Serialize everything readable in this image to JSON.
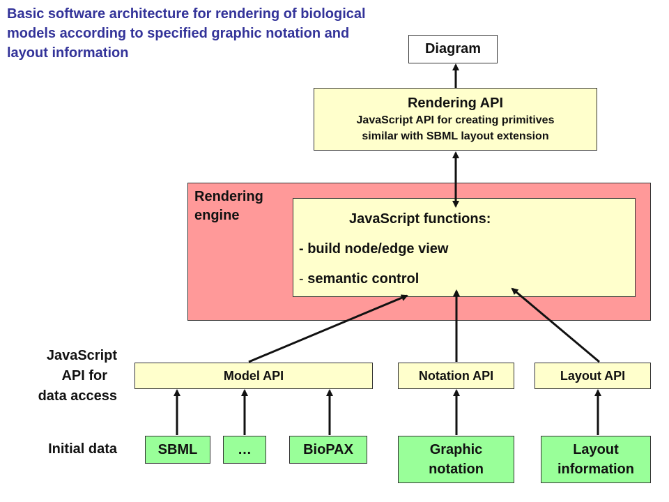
{
  "title": "Basic software architecture for rendering of biological models according to specified graphic notation and layout information",
  "nodes": {
    "diagram": "Diagram",
    "rendering_api": {
      "title": "Rendering API",
      "desc_line1": "JavaScript API for creating primitives",
      "desc_line2": "similar with SBML layout extension"
    },
    "rendering_engine": {
      "label_line1": "Rendering",
      "label_line2": "engine"
    },
    "js_functions": {
      "title": "JavaScript functions:",
      "item1": "- build node/edge view",
      "item2_dash": "-",
      "item2_text": "semantic control"
    },
    "model_api": "Model API",
    "notation_api": "Notation API",
    "layout_api": "Layout API",
    "sbml": "SBML",
    "ellipsis": "…",
    "biopax": "BioPAX",
    "graphic_notation": {
      "line1": "Graphic",
      "line2": "notation"
    },
    "layout_information": {
      "line1": "Layout",
      "line2": "information"
    }
  },
  "side_labels": {
    "data_access_line1": "JavaScript",
    "data_access_line2": "API for",
    "data_access_line3": "data access",
    "initial_data": "Initial data"
  },
  "colors": {
    "title": "#333399",
    "yellow_box": "#ffffcc",
    "green_box": "#99ff99",
    "engine_box": "#ff9999",
    "arrow": "#111111"
  }
}
